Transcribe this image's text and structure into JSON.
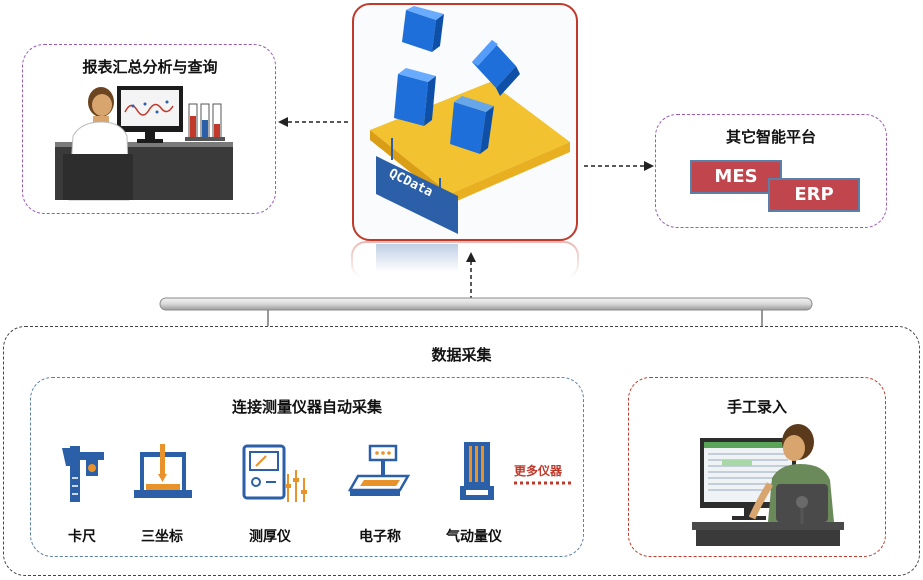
{
  "diagram": {
    "report_box": {
      "title": "报表汇总分析与查询"
    },
    "central": {
      "label": "QCData"
    },
    "platform_box": {
      "title": "其它智能平台",
      "tags": [
        "MES",
        "ERP"
      ]
    },
    "data_collection": {
      "title": "数据采集",
      "auto": {
        "title": "连接测量仪器自动采集",
        "instruments": [
          "卡尺",
          "三坐标",
          "测厚仪",
          "电子称",
          "气动量仪"
        ],
        "more": "更多仪器"
      },
      "manual": {
        "title": "手工录入"
      }
    },
    "colors": {
      "purple_dash": "#9b59b6",
      "blue_dash": "#5a7fa8",
      "red_dash": "#c0392b",
      "dark_dash": "#444444",
      "central_border": "#c0392b",
      "tag_fill": "#c0454d",
      "icon_blue": "#2b5fa8",
      "icon_orange": "#e8922a"
    }
  }
}
